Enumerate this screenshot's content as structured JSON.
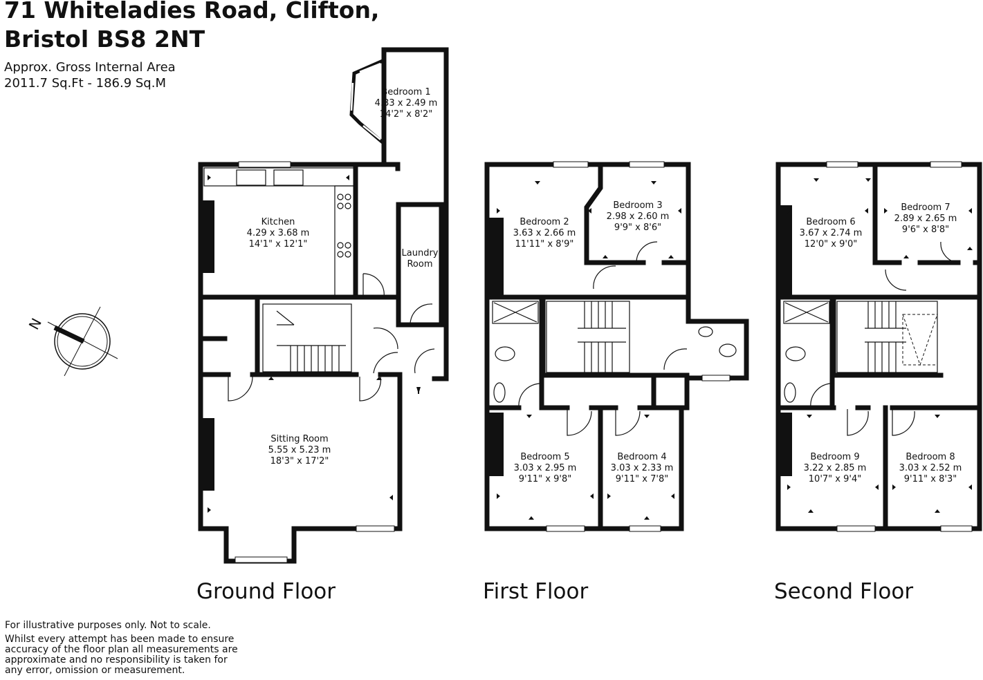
{
  "header": {
    "title_line1": "71 Whiteladies Road, Clifton,",
    "title_line2": "Bristol BS8 2NT",
    "area_label": "Approx. Gross Internal Area",
    "area_value": "2011.7 Sq.Ft - 186.9 Sq.M"
  },
  "compass": {
    "label": "N"
  },
  "floors": [
    {
      "name": "Ground Floor",
      "rooms": [
        {
          "name": "Bedroom 1",
          "metric": "4.33 x 2.49 m",
          "imperial": "14'2\" x 8'2\""
        },
        {
          "name": "Kitchen",
          "metric": "4.29 x 3.68 m",
          "imperial": "14'1\" x 12'1\""
        },
        {
          "name": "Laundry",
          "name2": "Room"
        },
        {
          "name": "Sitting Room",
          "metric": "5.55 x 5.23 m",
          "imperial": "18'3\" x 17'2\""
        }
      ]
    },
    {
      "name": "First Floor",
      "rooms": [
        {
          "name": "Bedroom 2",
          "metric": "3.63 x 2.66 m",
          "imperial": "11'11\" x 8'9\""
        },
        {
          "name": "Bedroom 3",
          "metric": "2.98 x 2.60 m",
          "imperial": "9'9\" x 8'6\""
        },
        {
          "name": "Bedroom 5",
          "metric": "3.03 x 2.95 m",
          "imperial": "9'11\" x 9'8\""
        },
        {
          "name": "Bedroom 4",
          "metric": "3.03 x 2.33 m",
          "imperial": "9'11\" x 7'8\""
        }
      ]
    },
    {
      "name": "Second Floor",
      "rooms": [
        {
          "name": "Bedroom 6",
          "metric": "3.67 x 2.74 m",
          "imperial": "12'0\" x 9'0\""
        },
        {
          "name": "Bedroom 7",
          "metric": "2.89 x 2.65 m",
          "imperial": "9'6\" x 8'8\""
        },
        {
          "name": "Bedroom 9",
          "metric": "3.22 x 2.85 m",
          "imperial": "10'7\" x 9'4\""
        },
        {
          "name": "Bedroom 8",
          "metric": "3.03 x 2.52 m",
          "imperial": "9'11\" x 8'3\""
        }
      ]
    }
  ],
  "disclaimer": {
    "line1": "For illustrative purposes only. Not to scale.",
    "line2": "Whilst every attempt has been made to ensure",
    "line3": "accuracy of the floor plan all measurements are",
    "line4": "approximate and no responsibility is taken for",
    "line5": "any error, omission or measurement."
  }
}
